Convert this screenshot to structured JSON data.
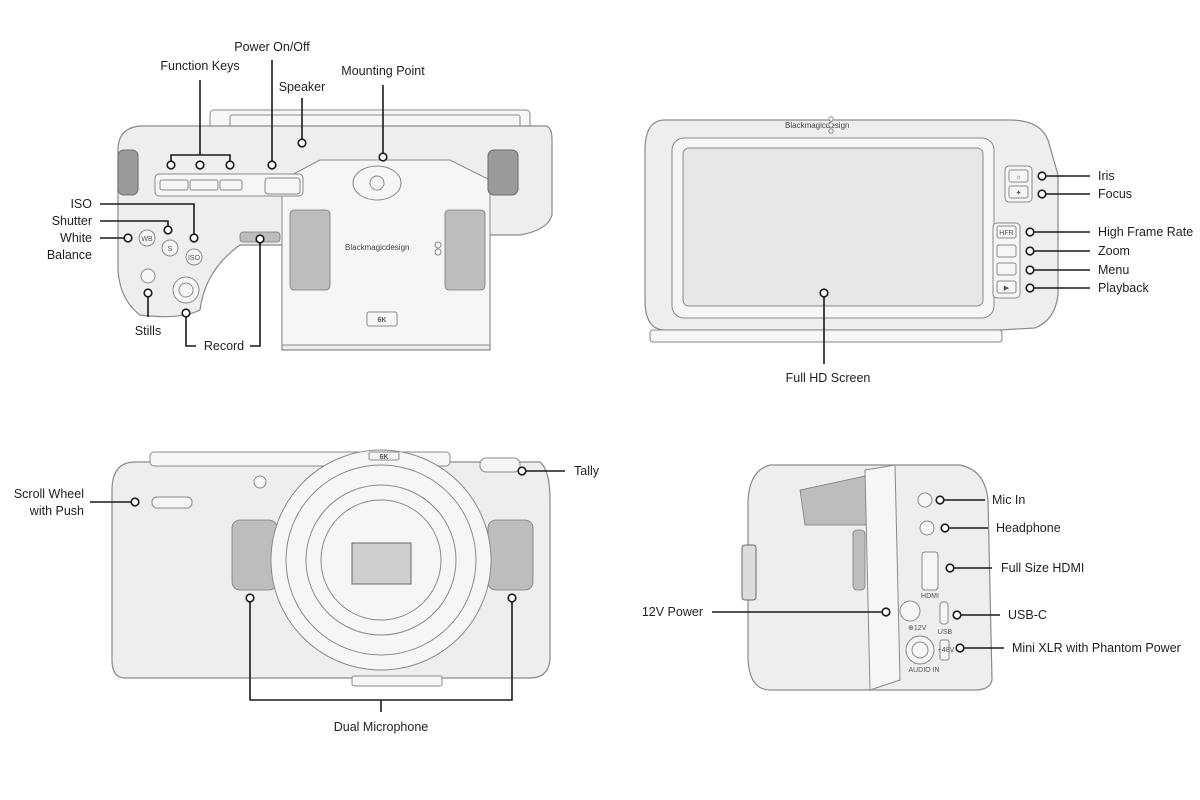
{
  "top_view": {
    "labels": {
      "power": "Power On/Off",
      "function_keys": "Function Keys",
      "speaker": "Speaker",
      "mounting_point": "Mounting Point",
      "iso": "ISO",
      "shutter": "Shutter",
      "white_balance_1": "White",
      "white_balance_2": "Balance",
      "stills": "Stills",
      "record": "Record"
    },
    "camera_text": {
      "brand": "Blackmagicdesign",
      "badge": "6K",
      "wb_button": "WB",
      "shutter_button": "S",
      "iso_button": "ISO"
    }
  },
  "back_view": {
    "labels": {
      "iris": "Iris",
      "focus": "Focus",
      "high_frame_rate": "High Frame Rate",
      "zoom": "Zoom",
      "menu": "Menu",
      "playback": "Playback",
      "screen": "Full HD Screen"
    },
    "camera_text": {
      "brand": "Blackmagicdesign",
      "hfr_button": "HFR"
    }
  },
  "front_view": {
    "labels": {
      "tally": "Tally",
      "scroll_wheel_1": "Scroll Wheel",
      "scroll_wheel_2": "with Push",
      "dual_microphone": "Dual Microphone"
    },
    "camera_text": {
      "badge": "6K"
    }
  },
  "side_view": {
    "labels": {
      "mic_in": "Mic In",
      "headphone": "Headphone",
      "hdmi": "Full Size HDMI",
      "usbc": "USB-C",
      "power_12v": "12V Power",
      "mini_xlr": "Mini XLR with Phantom Power"
    },
    "camera_text": {
      "hdmi_port": "HDMI",
      "dc_port": "⊕12V",
      "usb_port": "USB",
      "audio_port": "AUDIO IN",
      "xlr_port": "+48V"
    }
  }
}
